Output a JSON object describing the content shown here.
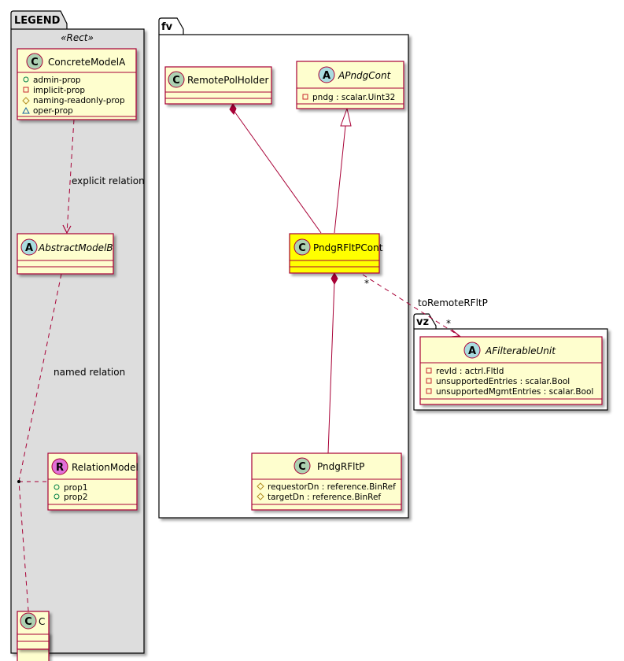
{
  "packages": {
    "legend": {
      "name": "LEGEND",
      "stereotype": "«Rect»"
    },
    "fv": {
      "name": "fv"
    },
    "vz": {
      "name": "vz"
    }
  },
  "classes": {
    "concrete_model_a": {
      "kind": "C",
      "name": "ConcreteModelA",
      "attributes": [
        {
          "visibility": "public",
          "text": "admin-prop"
        },
        {
          "visibility": "private",
          "text": "implicit-prop"
        },
        {
          "visibility": "protected",
          "text": "naming-readonly-prop"
        },
        {
          "visibility": "package",
          "text": "oper-prop"
        }
      ]
    },
    "abstract_model_b": {
      "kind": "A",
      "name": "AbstractModelB"
    },
    "relation_model": {
      "kind": "R",
      "name": "RelationModel",
      "attributes": [
        {
          "visibility": "public",
          "text": "prop1"
        },
        {
          "visibility": "public",
          "text": "prop2"
        }
      ]
    },
    "c": {
      "kind": "C",
      "name": "C"
    },
    "remote_pol_holder": {
      "kind": "C",
      "name": "RemotePolHolder"
    },
    "apndg_cont": {
      "kind": "A",
      "name": "APndgCont",
      "attributes": [
        {
          "visibility": "private",
          "text": "pndg : scalar.Uint32"
        }
      ]
    },
    "pndg_rfltp_cont": {
      "kind": "C",
      "name": "PndgRFltPCont",
      "highlight": "#ffff00"
    },
    "pndg_rfltp": {
      "kind": "C",
      "name": "PndgRFltP",
      "attributes": [
        {
          "visibility": "protected",
          "text": "requestorDn : reference.BinRef"
        },
        {
          "visibility": "protected",
          "text": "targetDn : reference.BinRef"
        }
      ]
    },
    "afilterable_unit": {
      "kind": "A",
      "name": "AFilterableUnit",
      "attributes": [
        {
          "visibility": "private",
          "text": "revId : actrl.FltId"
        },
        {
          "visibility": "private",
          "text": "unsupportedEntries : scalar.Bool"
        },
        {
          "visibility": "private",
          "text": "unsupportedMgmtEntries : scalar.Bool"
        }
      ]
    }
  },
  "relations": {
    "explicit": {
      "label": "explicit relation"
    },
    "named": {
      "label": "named relation"
    },
    "to_remote": {
      "label": "toRemoteRFltP",
      "source_mult": "*",
      "target_mult": "*"
    }
  },
  "colors": {
    "class_fill": "#fefece",
    "border": "#a80036",
    "legend_bg": "#dddddd",
    "circle_c": "#add1b2",
    "circle_a": "#a9dcdf",
    "circle_r": "#e070d8",
    "highlight": "#ffff00"
  }
}
